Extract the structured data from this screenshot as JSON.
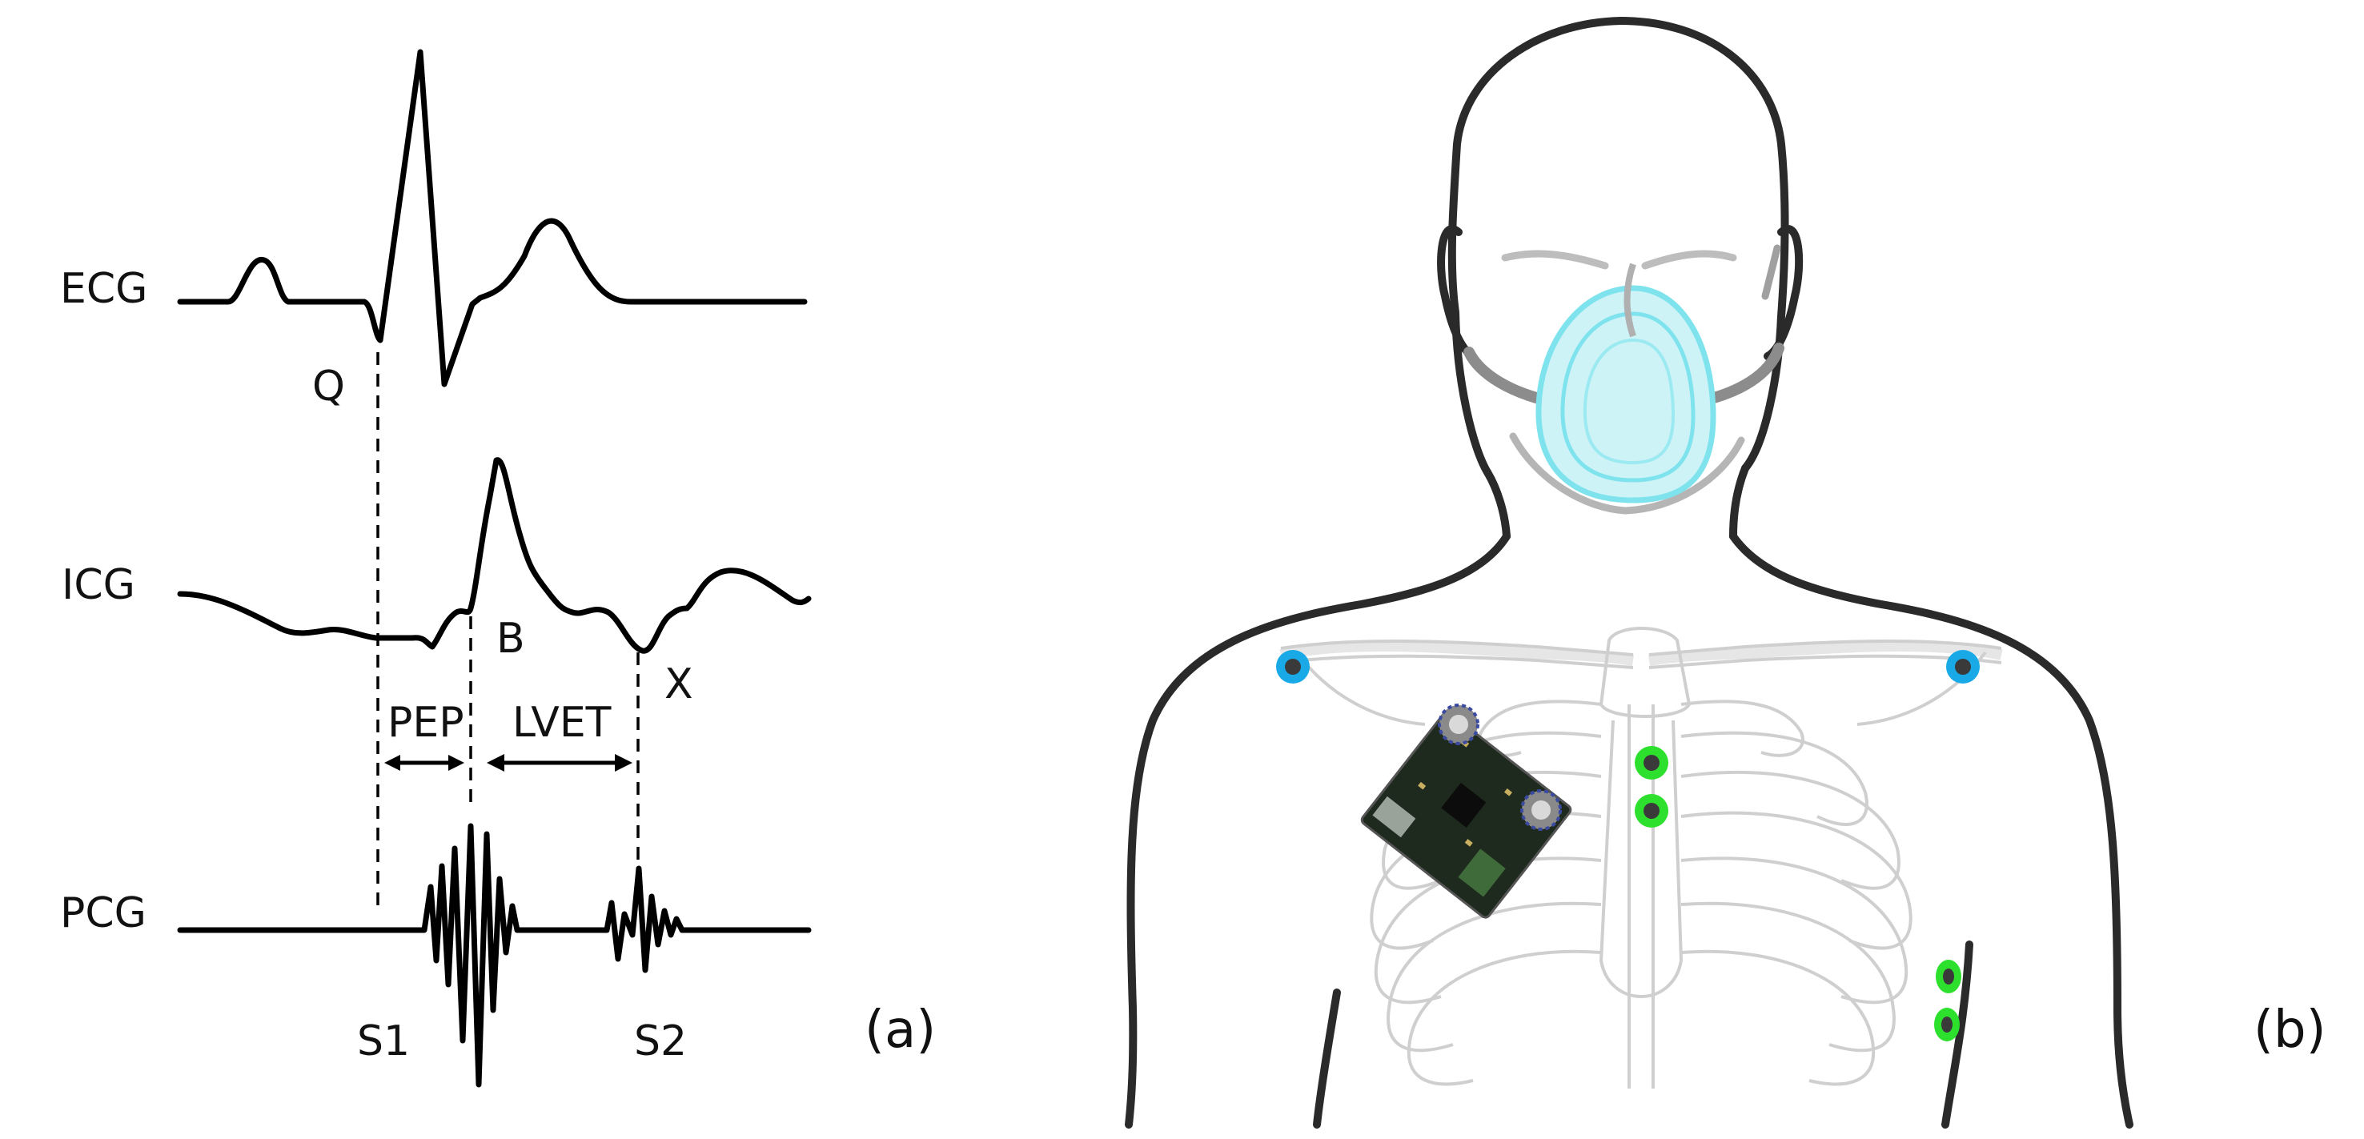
{
  "panel_a": {
    "signals": {
      "ecg": "ECG",
      "icg": "ICG",
      "pcg": "PCG"
    },
    "points": {
      "q": "Q",
      "b": "B",
      "x": "X",
      "s1": "S1",
      "s2": "S2"
    },
    "intervals": {
      "pep": "PEP",
      "lvet": "LVET"
    },
    "panel_label": "(a)"
  },
  "panel_b": {
    "panel_label": "(b)",
    "colors": {
      "outline": "#2a2a2a",
      "mask_fill": "#cdf3f7",
      "mask_stroke": "#7fe3ee",
      "strap": "#8c8c8c",
      "skeleton": "#c9c9c9",
      "blue_electrode": "#19a9e6",
      "green_electrode": "#2de02d",
      "electrode_core": "#3a3a3a",
      "pcb": "#1f2a1e"
    },
    "icons": [
      "human-silhouette-icon",
      "oxygen-mask-icon",
      "ribcage-icon",
      "sensor-board-icon",
      "electrode-icon"
    ]
  }
}
